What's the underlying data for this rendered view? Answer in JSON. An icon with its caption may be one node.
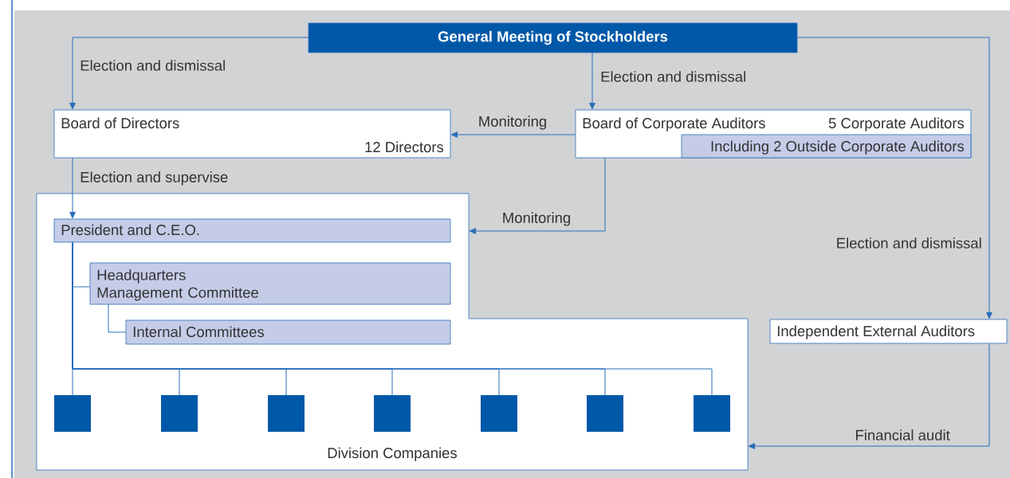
{
  "diagram": {
    "nodes": [
      {
        "text": [
          "General Meeting of Stockholders"
        ]
      },
      {
        "text": [
          "Board of Directors",
          "12 Directors"
        ]
      },
      {
        "text": [
          "Board of Corporate Auditors",
          "5 Corporate Auditors"
        ]
      },
      {
        "text": [
          "Including 2 Outside Corporate Auditors"
        ],
        "in": 2
      },
      {
        "text": [
          "Division Companies"
        ]
      },
      {
        "text": [
          "President and C.E.O."
        ],
        "in": 4
      },
      {
        "text": [
          "Headquarters Management Committee"
        ],
        "in": 4
      },
      {
        "text": [
          "Internal Committees"
        ],
        "in": 4
      },
      {
        "text": [],
        "shape": "box",
        "in": 4
      },
      {
        "text": [],
        "shape": "box",
        "in": 4
      },
      {
        "text": [],
        "shape": "box",
        "in": 4
      },
      {
        "text": [],
        "shape": "box",
        "in": 4
      },
      {
        "text": [],
        "shape": "box",
        "in": 4
      },
      {
        "text": [],
        "shape": "box",
        "in": 4
      },
      {
        "text": [],
        "shape": "box",
        "in": 4
      },
      {
        "text": [
          "Independent External Auditors"
        ]
      }
    ],
    "edges": [
      {
        "from": 0,
        "to": 1,
        "arrow": "to",
        "label": "Election and dismissal"
      },
      {
        "from": 0,
        "to": 2,
        "arrow": "to",
        "label": "Election and dismissal"
      },
      {
        "from": 0,
        "to": 15,
        "arrow": "to",
        "label": "Election and dismissal"
      },
      {
        "from": 2,
        "to": 1,
        "arrow": "to",
        "label": "Monitoring"
      },
      {
        "from": 2,
        "to": 4,
        "arrow": "to",
        "label": "Monitoring"
      },
      {
        "from": 1,
        "to": 5,
        "arrow": "to",
        "label": "Election and supervise"
      },
      {
        "from": 5,
        "to": 6,
        "arrow": "none"
      },
      {
        "from": 6,
        "to": 7,
        "arrow": "none"
      },
      {
        "from": 5,
        "to": 8,
        "arrow": "none"
      },
      {
        "from": 5,
        "to": 9,
        "arrow": "none"
      },
      {
        "from": 5,
        "to": 10,
        "arrow": "none"
      },
      {
        "from": 5,
        "to": 11,
        "arrow": "none"
      },
      {
        "from": 5,
        "to": 12,
        "arrow": "none"
      },
      {
        "from": 5,
        "to": 13,
        "arrow": "none"
      },
      {
        "from": 5,
        "to": 14,
        "arrow": "none"
      },
      {
        "from": 15,
        "to": 4,
        "arrow": "to",
        "label": "Financial audit"
      }
    ]
  }
}
